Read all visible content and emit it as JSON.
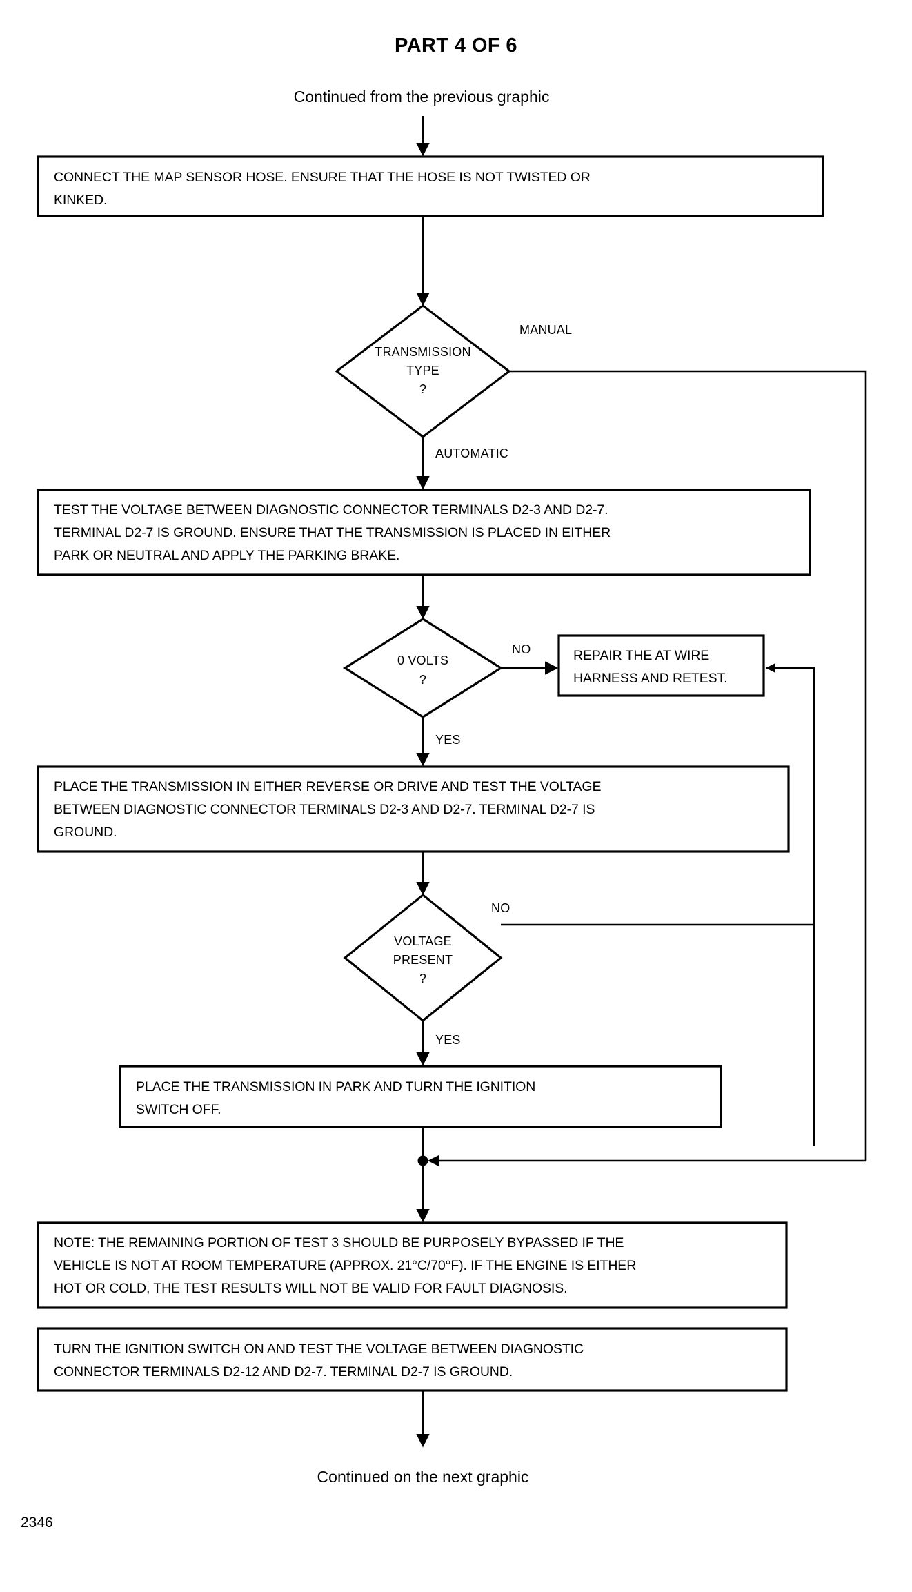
{
  "header": {
    "title": "PART 4 OF 6",
    "subtitle": "Continued from the previous graphic"
  },
  "footer": {
    "continued": "Continued on the next graphic",
    "page_number": "2346"
  },
  "chart_data": {
    "type": "flowchart",
    "title": "PART 4 OF 6",
    "nodes": [
      {
        "id": "p1",
        "shape": "process",
        "lines": [
          "CONNECT THE MAP SENSOR HOSE. ENSURE THAT THE HOSE IS NOT TWISTED OR",
          "KINKED."
        ]
      },
      {
        "id": "d1",
        "shape": "decision",
        "lines": [
          "TRANSMISSION",
          "TYPE",
          "?"
        ]
      },
      {
        "id": "p2",
        "shape": "process",
        "lines": [
          "TEST THE VOLTAGE BETWEEN DIAGNOSTIC CONNECTOR TERMINALS D2-3 AND D2-7.",
          "TERMINAL D2-7 IS GROUND. ENSURE THAT THE TRANSMISSION IS PLACED IN EITHER",
          "PARK OR NEUTRAL AND APPLY THE PARKING BRAKE."
        ]
      },
      {
        "id": "d2",
        "shape": "decision",
        "lines": [
          "0 VOLTS",
          "?"
        ]
      },
      {
        "id": "p3",
        "shape": "process",
        "lines": [
          "REPAIR THE AT WIRE",
          "HARNESS AND RETEST."
        ]
      },
      {
        "id": "p4",
        "shape": "process",
        "lines": [
          "PLACE THE TRANSMISSION IN EITHER REVERSE OR DRIVE AND TEST THE VOLTAGE",
          "BETWEEN DIAGNOSTIC CONNECTOR TERMINALS D2-3 AND D2-7. TERMINAL D2-7 IS",
          "GROUND."
        ]
      },
      {
        "id": "d3",
        "shape": "decision",
        "lines": [
          "VOLTAGE",
          "PRESENT",
          "?"
        ]
      },
      {
        "id": "p5",
        "shape": "process",
        "lines": [
          "PLACE THE TRANSMISSION IN PARK AND TURN THE IGNITION",
          "SWITCH OFF."
        ]
      },
      {
        "id": "p6",
        "shape": "process",
        "lines": [
          "NOTE: THE REMAINING PORTION OF TEST 3 SHOULD BE PURPOSELY BYPASSED IF THE",
          "VEHICLE IS NOT AT ROOM TEMPERATURE (APPROX. 21°C/70°F). IF THE ENGINE IS EITHER",
          "HOT OR COLD, THE TEST RESULTS WILL NOT BE VALID FOR FAULT DIAGNOSIS."
        ]
      },
      {
        "id": "p7",
        "shape": "process",
        "lines": [
          "TURN THE IGNITION SWITCH ON AND TEST THE VOLTAGE BETWEEN DIAGNOSTIC",
          "CONNECTOR TERMINALS D2-12 AND D2-7. TERMINAL D2-7 IS GROUND."
        ]
      }
    ],
    "edge_labels": [
      {
        "id": "e-manual",
        "text": "MANUAL",
        "from": "d1"
      },
      {
        "id": "e-automatic",
        "text": "AUTOMATIC",
        "from": "d1"
      },
      {
        "id": "e-no-1",
        "text": "NO",
        "from": "d2"
      },
      {
        "id": "e-yes-1",
        "text": "YES",
        "from": "d2"
      },
      {
        "id": "e-no-2",
        "text": "NO",
        "from": "d3"
      },
      {
        "id": "e-yes-2",
        "text": "YES",
        "from": "d3"
      }
    ],
    "colors": {
      "stroke": "#000000",
      "fill": "#ffffff",
      "text": "#000000"
    }
  }
}
